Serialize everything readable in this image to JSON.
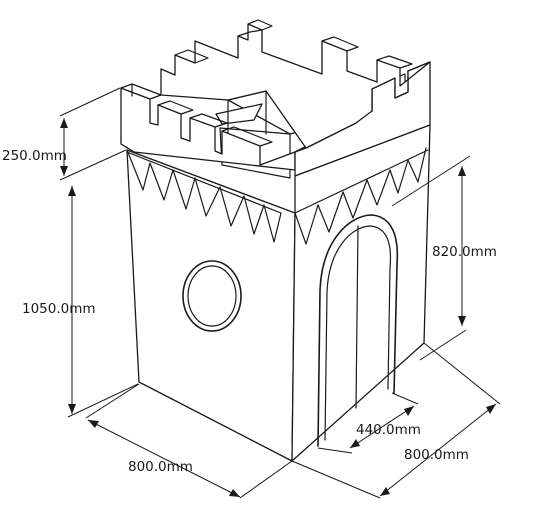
{
  "drawing": {
    "subject": "castle-tower-playhouse",
    "line_color": "#1a1a1a",
    "background": "#ffffff",
    "dimensions": {
      "battlement_height": "250.0mm",
      "wall_height": "1050.0mm",
      "door_height": "820.0mm",
      "door_width": "440.0mm",
      "front_width": "800.0mm",
      "side_depth": "800.0mm"
    }
  }
}
